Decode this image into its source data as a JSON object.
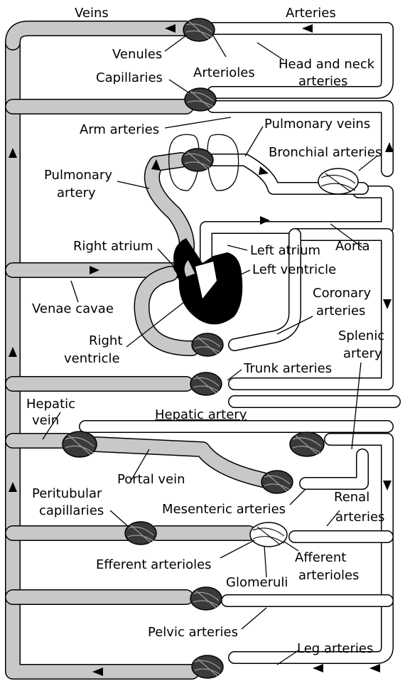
{
  "labels": {
    "veins": "Veins",
    "arteries": "Arteries",
    "venules": "Venules",
    "arterioles": "Arterioles",
    "head_neck_1": "Head and neck",
    "head_neck_2": "arteries",
    "capillaries": "Capillaries",
    "arm_arteries": "Arm arteries",
    "pulmonary_veins": "Pulmonary veins",
    "bronchial_arteries": "Bronchial arteries",
    "pulmonary_artery_1": "Pulmonary",
    "pulmonary_artery_2": "artery",
    "right_atrium": "Right atrium",
    "left_atrium": "Left atrium",
    "aorta": "Aorta",
    "left_ventricle": "Left ventricle",
    "venae_cavae": "Venae cavae",
    "coronary_1": "Coronary",
    "coronary_2": "arteries",
    "right_ventricle_1": "Right",
    "right_ventricle_2": "ventricle",
    "splenic_1": "Splenic",
    "splenic_2": "artery",
    "trunk_arteries": "Trunk arteries",
    "hepatic_vein_1": "Hepatic",
    "hepatic_vein_2": "vein",
    "hepatic_artery": "Hepatic artery",
    "portal_vein": "Portal vein",
    "peritubular_1": "Peritubular",
    "peritubular_2": "capillaries",
    "mesenteric_arteries": "Mesenteric arteries",
    "renal_1": "Renal",
    "renal_2": "arteries",
    "efferent_arterioles": "Efferent arterioles",
    "afferent_1": "Afferent",
    "afferent_2": "arterioles",
    "glomeruli": "Glomeruli",
    "pelvic_arteries": "Pelvic arteries",
    "leg_arteries": "Leg arteries"
  }
}
